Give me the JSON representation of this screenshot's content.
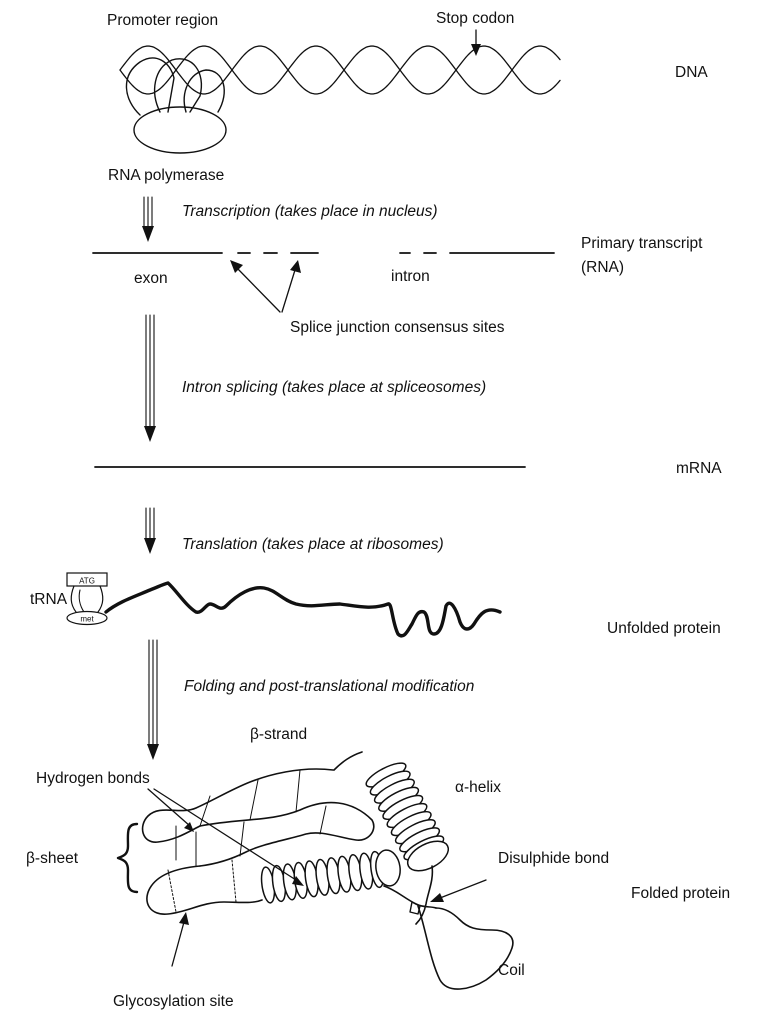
{
  "labels": {
    "promoter_region": "Promoter region",
    "stop_codon": "Stop codon",
    "dna": "DNA",
    "rna_polymerase": "RNA polymerase",
    "primary_transcript_1": "Primary transcript",
    "primary_transcript_2": "(RNA)",
    "exon": "exon",
    "intron": "intron",
    "splice_sites": "Splice junction consensus sites",
    "mrna": "mRNA",
    "trna": "tRNA",
    "atg": "ATG",
    "met": "met",
    "unfolded_protein": "Unfolded protein",
    "beta_strand": "β-strand",
    "alpha_helix": "α-helix",
    "hydrogen_bonds": "Hydrogen bonds",
    "beta_sheet": "β-sheet",
    "disulphide_bond": "Disulphide bond",
    "folded_protein": "Folded protein",
    "coil": "Coil",
    "glycosylation_site": "Glycosylation site"
  },
  "steps": {
    "transcription": "Transcription (takes place in nucleus)",
    "splicing": "Intron splicing (takes place at spliceosomes)",
    "translation": "Translation (takes place at ribosomes)",
    "folding": "Folding and post-translational modification"
  }
}
